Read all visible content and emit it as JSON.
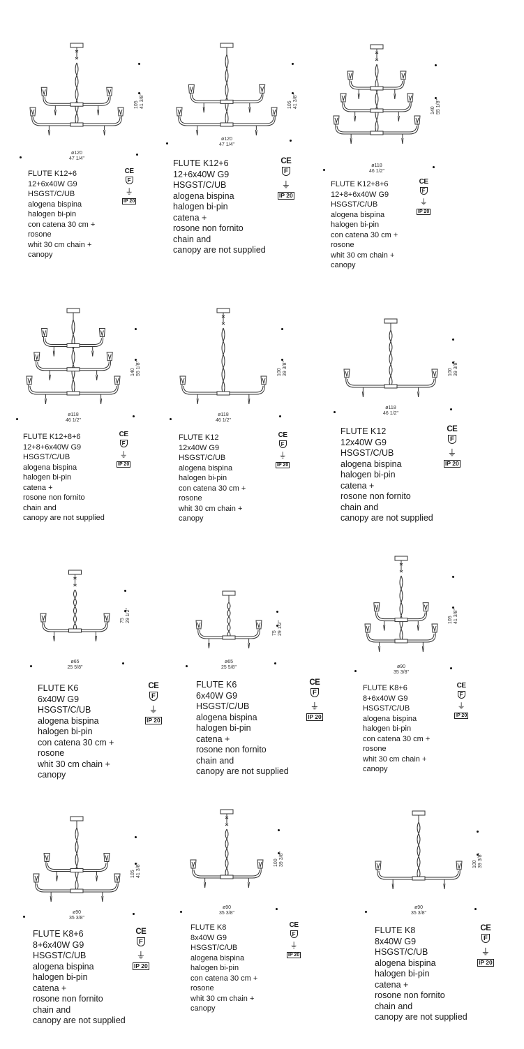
{
  "products": [
    {
      "id": "k12-6-a",
      "name": "FLUTE K12+6",
      "spec": "12+6x40W G9",
      "code": "HSGST/C/UB",
      "lines": [
        "alogena bispina",
        "halogen bi-pin",
        "con catena 30 cm +",
        "rosone",
        "whit 30 cm chain +",
        "canopy"
      ],
      "diameter_cm": "ø120",
      "diameter_in": "47 1/4\"",
      "height_cm": "105",
      "height_in": "41 3/8\"",
      "tiers": 2,
      "chain": true,
      "symbols": {
        "ce": "CE",
        "triangle": "F",
        "ground": "⏚",
        "ip": "IP 20"
      }
    },
    {
      "id": "k12-6-b",
      "name": "FLUTE K12+6",
      "spec": "12+6x40W G9",
      "code": "HSGST/C/UB",
      "lines": [
        "alogena bispina",
        "halogen bi-pin",
        "catena +",
        "rosone non fornito",
        "chain and",
        "canopy are not supplied"
      ],
      "diameter_cm": "ø120",
      "diameter_in": "47 1/4\"",
      "height_cm": "105",
      "height_in": "41 3/8\"",
      "tiers": 2,
      "chain": false,
      "symbols": {
        "ce": "CE",
        "triangle": "F",
        "ground": "⏚",
        "ip": "IP 20"
      }
    },
    {
      "id": "k12-8-6-a",
      "name": "FLUTE K12+8+6",
      "spec": "12+8+6x40W G9",
      "code": "HSGST/C/UB",
      "lines": [
        "alogena bispina",
        "halogen bi-pin",
        "con catena 30 cm +",
        "rosone",
        "whit 30 cm chain +",
        "canopy"
      ],
      "diameter_cm": "ø118",
      "diameter_in": "46 1/2\"",
      "height_cm": "140",
      "height_in": "55 1/8\"",
      "tiers": 3,
      "chain": true,
      "symbols": {
        "ce": "CE",
        "triangle": "F",
        "ground": "⏚",
        "ip": "IP 20"
      }
    },
    {
      "id": "k12-8-6-b",
      "name": "FLUTE K12+8+6",
      "spec": "12+8+6x40W G9",
      "code": "HSGST/C/UB",
      "lines": [
        "alogena bispina",
        "halogen bi-pin",
        "catena +",
        "rosone non fornito",
        "chain and",
        "canopy are not supplied"
      ],
      "diameter_cm": "ø118",
      "diameter_in": "46 1/2\"",
      "height_cm": "140",
      "height_in": "55 1/8\"",
      "tiers": 3,
      "chain": false,
      "symbols": {
        "ce": "CE",
        "triangle": "F",
        "ground": "⏚",
        "ip": "IP 20"
      }
    },
    {
      "id": "k12-a",
      "name": "FLUTE K12",
      "spec": "12x40W G9",
      "code": "HSGST/C/UB",
      "lines": [
        "alogena bispina",
        "halogen bi-pin",
        "con catena 30 cm +",
        "rosone",
        "whit 30 cm chain +",
        "canopy"
      ],
      "diameter_cm": "ø118",
      "diameter_in": "46 1/2\"",
      "height_cm": "100",
      "height_in": "39 3/8\"",
      "tiers": 1,
      "chain": true,
      "symbols": {
        "ce": "CE",
        "triangle": "F",
        "ground": "⏚",
        "ip": "IP 20"
      }
    },
    {
      "id": "k12-b",
      "name": "FLUTE K12",
      "spec": "12x40W G9",
      "code": "HSGST/C/UB",
      "lines": [
        "alogena bispina",
        "halogen bi-pin",
        "catena +",
        "rosone non fornito",
        "chain and",
        "canopy are not supplied"
      ],
      "diameter_cm": "ø118",
      "diameter_in": "46 1/2\"",
      "height_cm": "100",
      "height_in": "39 3/8\"",
      "tiers": 1,
      "chain": false,
      "symbols": {
        "ce": "CE",
        "triangle": "F",
        "ground": "⏚",
        "ip": "IP 20"
      }
    },
    {
      "id": "k6-a",
      "name": "FLUTE K6",
      "spec": "6x40W G9",
      "code": "HSGST/C/UB",
      "lines": [
        "alogena bispina",
        "halogen bi-pin",
        "con catena 30 cm +",
        "rosone",
        "whit 30 cm chain +",
        "canopy"
      ],
      "diameter_cm": "ø65",
      "diameter_in": "25 5/8\"",
      "height_cm": "75",
      "height_in": "29 1/2\"",
      "tiers": 1,
      "chain": true,
      "symbols": {
        "ce": "CE",
        "triangle": "F",
        "ground": "⏚",
        "ip": "IP 20"
      }
    },
    {
      "id": "k6-b",
      "name": "FLUTE K6",
      "spec": "6x40W G9",
      "code": "HSGST/C/UB",
      "lines": [
        "alogena bispina",
        "halogen bi-pin",
        "catena +",
        "rosone non fornito",
        "chain and",
        "canopy are not supplied"
      ],
      "diameter_cm": "ø65",
      "diameter_in": "25 5/8\"",
      "height_cm": "75",
      "height_in": "29 1/2\"",
      "tiers": 1,
      "chain": false,
      "symbols": {
        "ce": "CE",
        "triangle": "F",
        "ground": "⏚",
        "ip": "IP 20"
      }
    },
    {
      "id": "k8-6-a",
      "name": "FLUTE K8+6",
      "spec": "8+6x40W G9",
      "code": "HSGST/C/UB",
      "lines": [
        "alogena bispina",
        "halogen bi-pin",
        "con catena 30 cm +",
        "rosone",
        "whit 30 cm chain +",
        "canopy"
      ],
      "diameter_cm": "ø90",
      "diameter_in": "35 3/8\"",
      "height_cm": "105",
      "height_in": "41 3/8\"",
      "tiers": 2,
      "chain": true,
      "symbols": {
        "ce": "CE",
        "triangle": "F",
        "ground": "⏚",
        "ip": "IP 20"
      }
    },
    {
      "id": "k8-6-b",
      "name": "FLUTE K8+6",
      "spec": "8+6x40W G9",
      "code": "HSGST/C/UB",
      "lines": [
        "alogena bispina",
        "halogen bi-pin",
        "catena +",
        "rosone non fornito",
        "chain and",
        "canopy are not supplied"
      ],
      "diameter_cm": "ø90",
      "diameter_in": "35 3/8\"",
      "height_cm": "105",
      "height_in": "41 3/8\"",
      "tiers": 2,
      "chain": false,
      "symbols": {
        "ce": "CE",
        "triangle": "F",
        "ground": "⏚",
        "ip": "IP 20"
      }
    },
    {
      "id": "k8-a",
      "name": "FLUTE K8",
      "spec": "8x40W G9",
      "code": "HSGST/C/UB",
      "lines": [
        "alogena bispina",
        "halogen bi-pin",
        "con catena 30 cm +",
        "rosone",
        "whit 30 cm chain +",
        "canopy"
      ],
      "diameter_cm": "ø90",
      "diameter_in": "35 3/8\"",
      "height_cm": "100",
      "height_in": "39 3/8\"",
      "tiers": 1,
      "chain": true,
      "symbols": {
        "ce": "CE",
        "triangle": "F",
        "ground": "⏚",
        "ip": "IP 20"
      }
    },
    {
      "id": "k8-b",
      "name": "FLUTE K8",
      "spec": "8x40W G9",
      "code": "HSGST/C/UB",
      "lines": [
        "alogena bispina",
        "halogen bi-pin",
        "catena +",
        "rosone non fornito",
        "chain and",
        "canopy are not supplied"
      ],
      "diameter_cm": "ø90",
      "diameter_in": "35 3/8\"",
      "height_cm": "100",
      "height_in": "39 3/8\"",
      "tiers": 1,
      "chain": false,
      "symbols": {
        "ce": "CE",
        "triangle": "F",
        "ground": "⏚",
        "ip": "IP 20"
      }
    }
  ]
}
